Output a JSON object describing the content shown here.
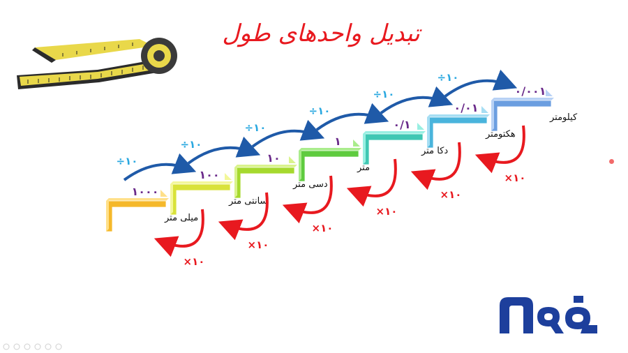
{
  "title": "تبدیل واحدهای طول",
  "steps": [
    {
      "label": "میلی متر",
      "value": "۱۰۰۰",
      "color": "#f5b82a",
      "light": "#ffe089"
    },
    {
      "label": "سانتی متر",
      "value": "۱۰۰",
      "color": "#d9e23a",
      "light": "#f3f79a"
    },
    {
      "label": "دسی متر",
      "value": "۱۰",
      "color": "#a6d92e",
      "light": "#d9f38c"
    },
    {
      "label": "متر",
      "value": "۱",
      "color": "#5fcb3f",
      "light": "#a9ec8b"
    },
    {
      "label": "دکا متر",
      "value": "۰/۱",
      "color": "#3fc7b3",
      "light": "#98efe2"
    },
    {
      "label": "هکتومتر",
      "value": "۰/۰۱",
      "color": "#49b4dc",
      "light": "#a6def3"
    },
    {
      "label": "کیلومتر",
      "value": "۰/۰۰۱",
      "color": "#6b9ee0",
      "light": "#b7d1f5"
    }
  ],
  "divide_label": "÷۱۰",
  "multiply_label": "×۱۰",
  "colors": {
    "title": "#e8191f",
    "divide_text": "#2aa8e0",
    "multiply_text": "#e8191f",
    "value_text": "#6a2a8a",
    "blue_arrow": "#1f5aa8",
    "red_arrow": "#e8191f",
    "logo": "#1d3f9c"
  },
  "icons": {
    "tape": "measuring-tape-icon",
    "logo": "brand-logo-icon"
  }
}
